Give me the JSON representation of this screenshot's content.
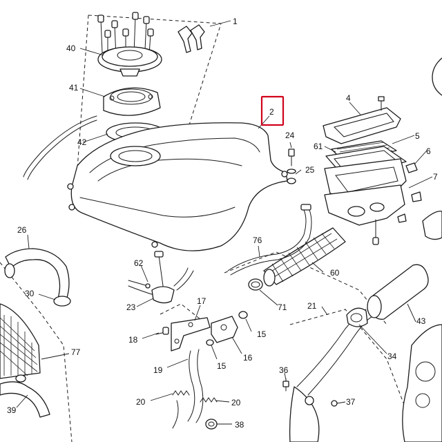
{
  "diagram": {
    "highlight_color": "#d0021b",
    "highlighted_label": "2",
    "callouts": {
      "c1": "1",
      "c2": "2",
      "c4": "4",
      "c5": "5",
      "c6": "6",
      "c7": "7",
      "c15a": "15",
      "c15b": "15",
      "c16": "16",
      "c17": "17",
      "c18": "18",
      "c19": "19",
      "c20a": "20",
      "c20b": "20",
      "c21": "21",
      "c23": "23",
      "c24": "24",
      "c25": "25",
      "c26": "26",
      "c30": "30",
      "c34": "34",
      "c36": "36",
      "c37": "37",
      "c38": "38",
      "c39": "39",
      "c40": "40",
      "c41": "41",
      "c42": "42",
      "c43": "43",
      "c60": "60",
      "c61": "61",
      "c62": "62",
      "c71": "71",
      "c76": "76",
      "c77": "77"
    }
  }
}
